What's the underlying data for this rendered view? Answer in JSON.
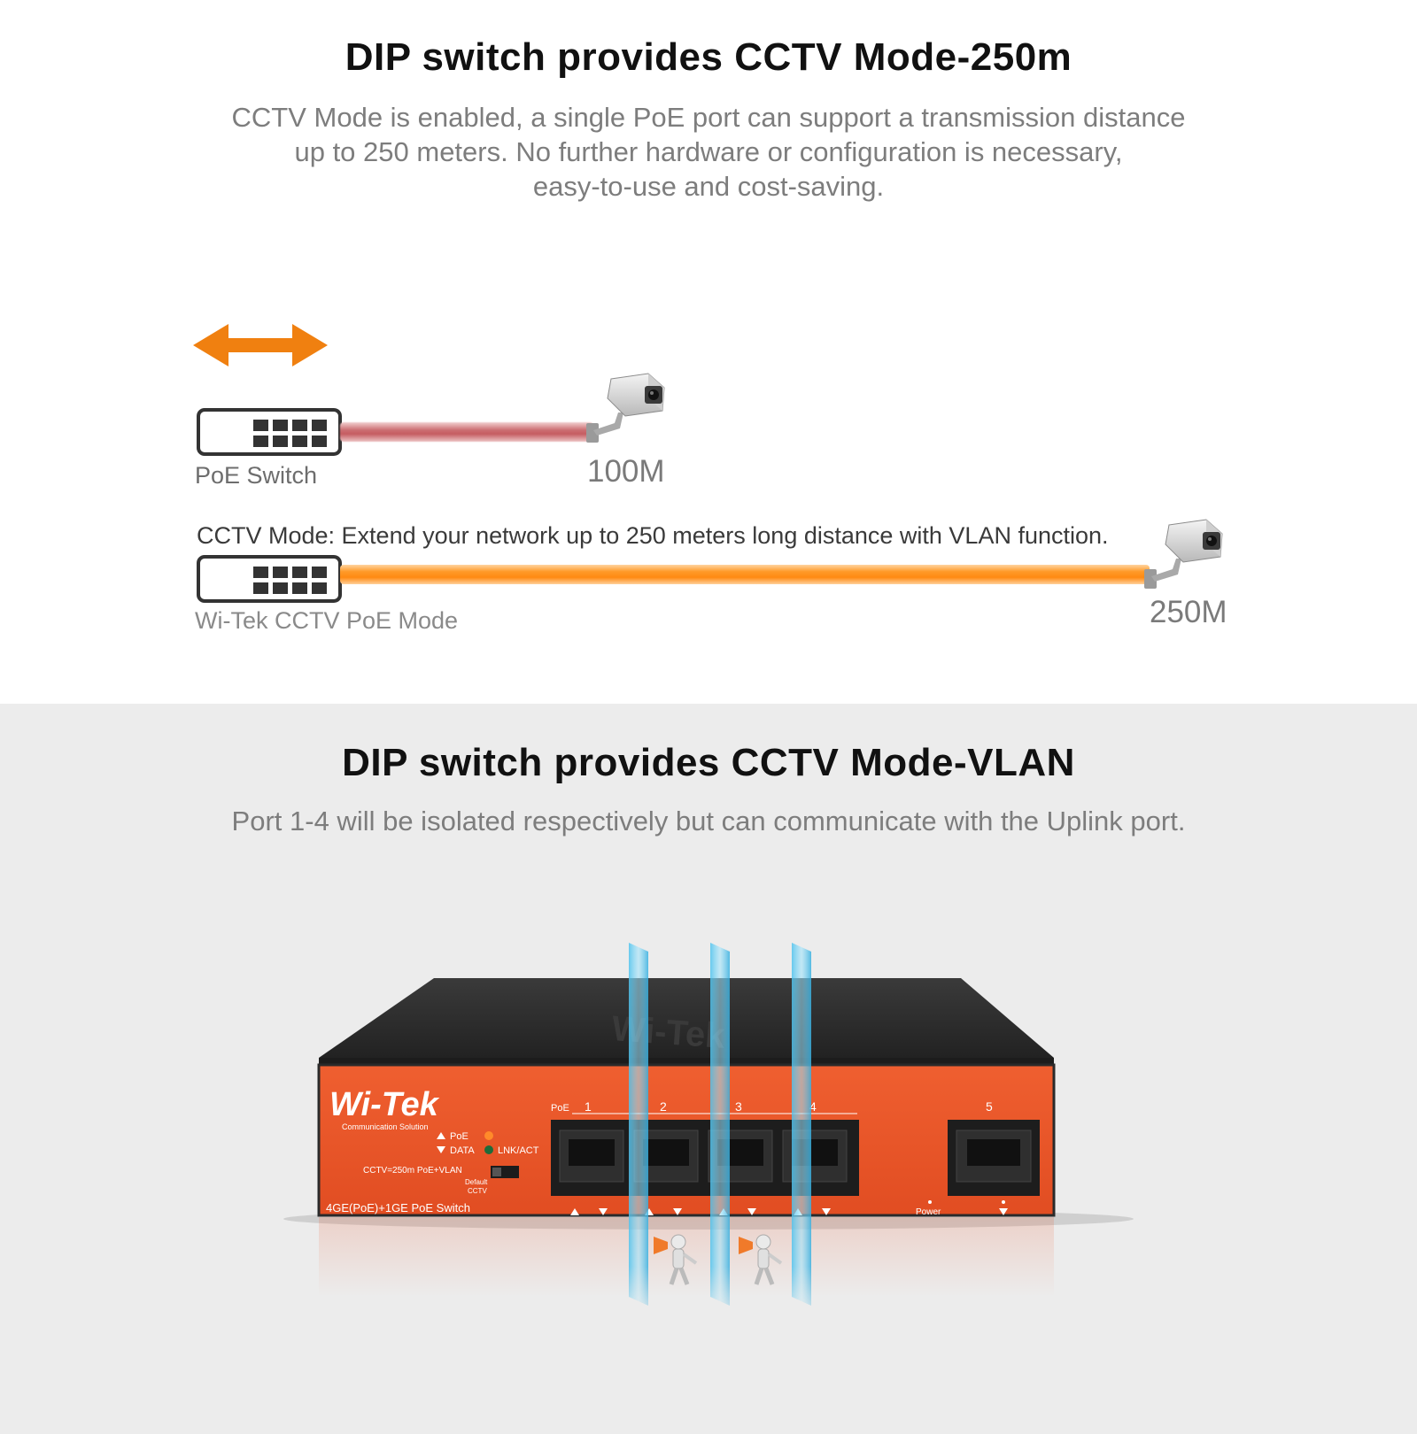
{
  "section_250m": {
    "title": "DIP switch provides CCTV Mode-250m",
    "description_lines": [
      "CCTV Mode is enabled, a single PoE port can support a transmission distance",
      "up to 250 meters. No further hardware or configuration is necessary,",
      "easy-to-use and cost-saving."
    ],
    "diagram": {
      "arrow_icon": "double-arrow-icon",
      "row_standard": {
        "device_label": "PoE Switch",
        "distance_label": "100M",
        "cable_color": "#c8636a"
      },
      "cctv_caption": "CCTV Mode: Extend your  network up to 250 meters long distance with VLAN function.",
      "row_cctv": {
        "device_label": "Wi-Tek CCTV PoE Mode",
        "distance_label": "250M",
        "cable_color": "#ff8c14"
      },
      "arrow_color": "#f08010"
    }
  },
  "section_vlan": {
    "title": "DIP switch provides CCTV Mode-VLAN",
    "description": "Port 1-4 will be isolated respectively but can communicate with the Uplink port.",
    "device": {
      "brand": "Wi-Tek",
      "brand_tagline": "Communication Solution",
      "legend_poe": "PoE",
      "legend_data": "DATA",
      "legend_lnk": "LNK/ACT",
      "dip_label": "CCTV=250m PoE+VLAN",
      "dip_default": "Default",
      "dip_cctv": "CCTV",
      "model": "4GE(PoE)+1GE PoE Switch",
      "poe_group_label": "PoE",
      "port_numbers": [
        "1",
        "2",
        "3",
        "4",
        "5"
      ],
      "power_label": "Power",
      "body_color": "#e8552a",
      "top_color": "#2c2c2c"
    }
  }
}
